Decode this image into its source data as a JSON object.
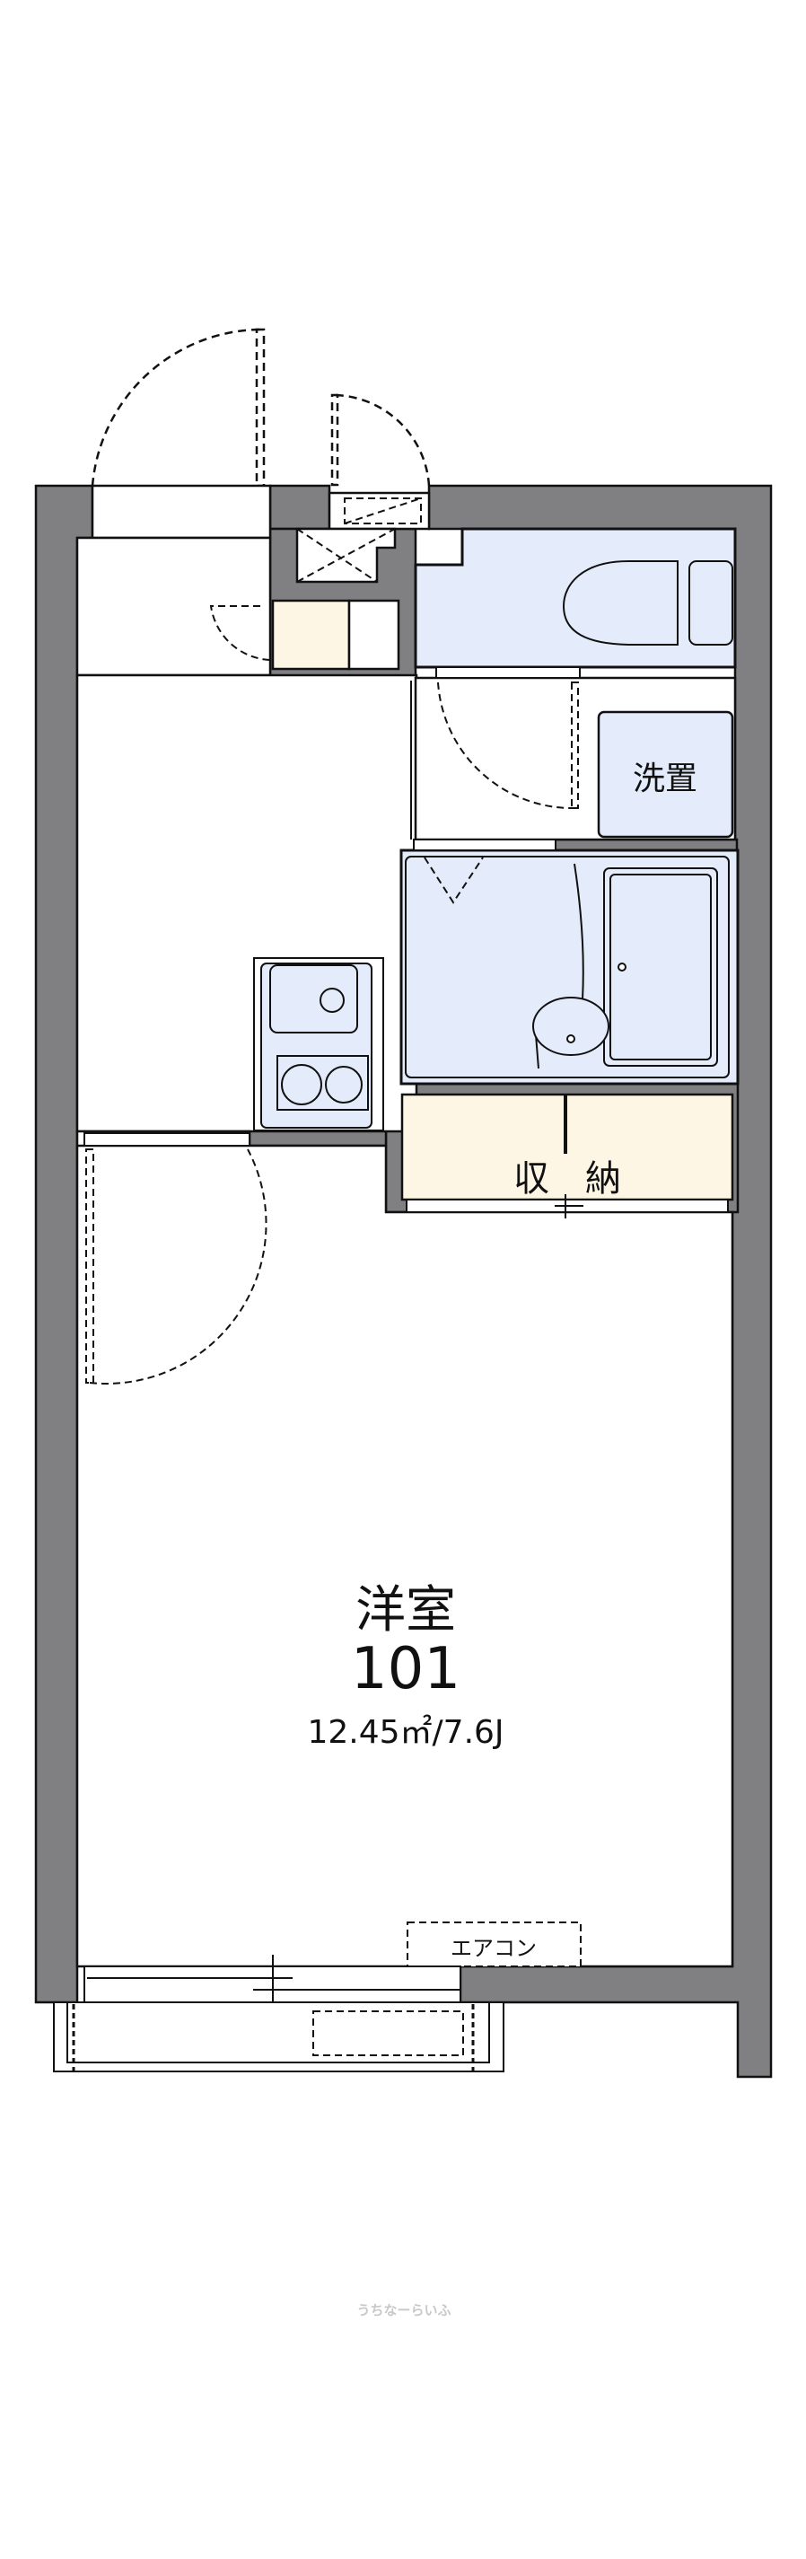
{
  "colors": {
    "wall": "#808083",
    "wet": "#e4ecfb",
    "storage": "#fdf6e4",
    "line": "#111111"
  },
  "rooms": {
    "washer": "洗置",
    "storage": "収　納",
    "main_room": {
      "name": "洋室",
      "number": "101",
      "area": "12.45㎡/7.6J"
    },
    "aircon": "エアコン"
  },
  "watermark": "うちなーらいふ"
}
